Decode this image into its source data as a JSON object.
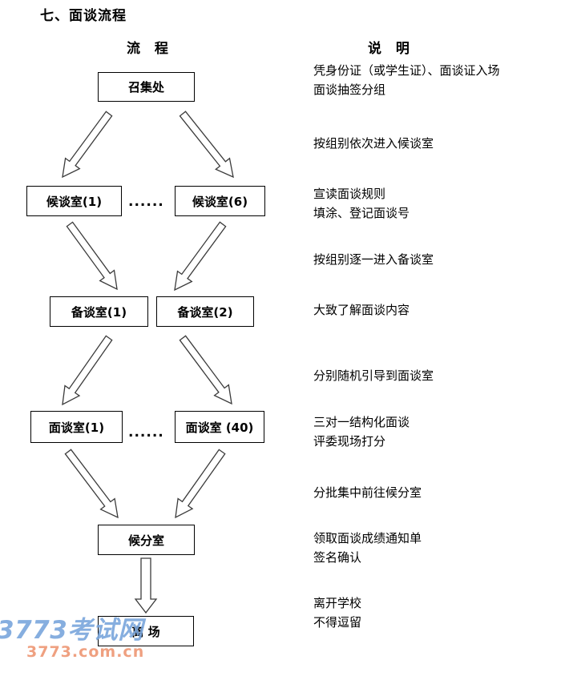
{
  "title": "七、面谈流程",
  "headers": {
    "process": "流 程",
    "explanation": "说 明"
  },
  "flow": {
    "boxes": {
      "zhaojichu": "召集处",
      "houtanshi1": "候谈室(1)",
      "houtanshi6": "候谈室(6)",
      "beitanshi1": "备谈室(1)",
      "beitanshi2": "备谈室(2)",
      "miantanshi1": "面谈室(1)",
      "miantanshi40": "面谈室 (40)",
      "houfenshi": "候分室",
      "lichang": "离 场"
    },
    "ellipsis": "......"
  },
  "explanations": [
    {
      "lines": [
        "凭身份证（或学生证）、面谈证入场",
        "面谈抽签分组"
      ]
    },
    {
      "lines": [
        "按组别依次进入候谈室"
      ]
    },
    {
      "lines": [
        "宣读面谈规则",
        "填涂、登记面谈号"
      ]
    },
    {
      "lines": [
        "按组别逐一进入备谈室"
      ]
    },
    {
      "lines": [
        "大致了解面谈内容"
      ]
    },
    {
      "lines": [
        "分别随机引导到面谈室"
      ]
    },
    {
      "lines": [
        "三对一结构化面谈",
        "评委现场打分"
      ]
    },
    {
      "lines": [
        "分批集中前往候分室"
      ]
    },
    {
      "lines": [
        "领取面谈成绩通知单",
        "签名确认"
      ]
    },
    {
      "lines": [
        "离开学校",
        "不得逗留"
      ]
    }
  ],
  "watermark": {
    "line1": "3773考试网",
    "line2": "3773.com.cn",
    "color_blue": "#7aa6dc",
    "color_orange": "#ee9673"
  }
}
